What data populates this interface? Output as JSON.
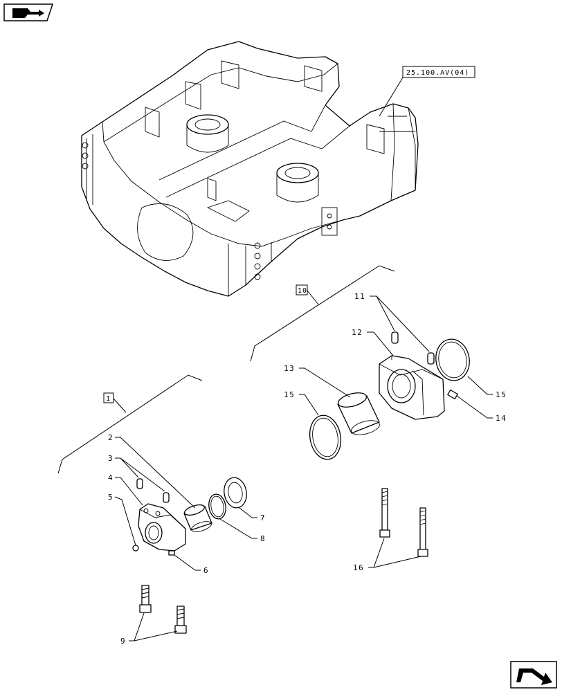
{
  "nav": {
    "top_icon": "book-arrow-icon",
    "bottom_icon": "next-page-arrow-icon"
  },
  "references": {
    "frame_ref": "25.100.AV(04)",
    "group_a": "10",
    "group_b": "1"
  },
  "callouts": {
    "c2": "2",
    "c3": "3",
    "c4": "4",
    "c5": "5",
    "c6": "6",
    "c7": "7",
    "c8": "8",
    "c9": "9",
    "c11": "11",
    "c12": "12",
    "c13": "13",
    "c14": "14",
    "c15a": "15",
    "c15b": "15",
    "c16": "16"
  }
}
